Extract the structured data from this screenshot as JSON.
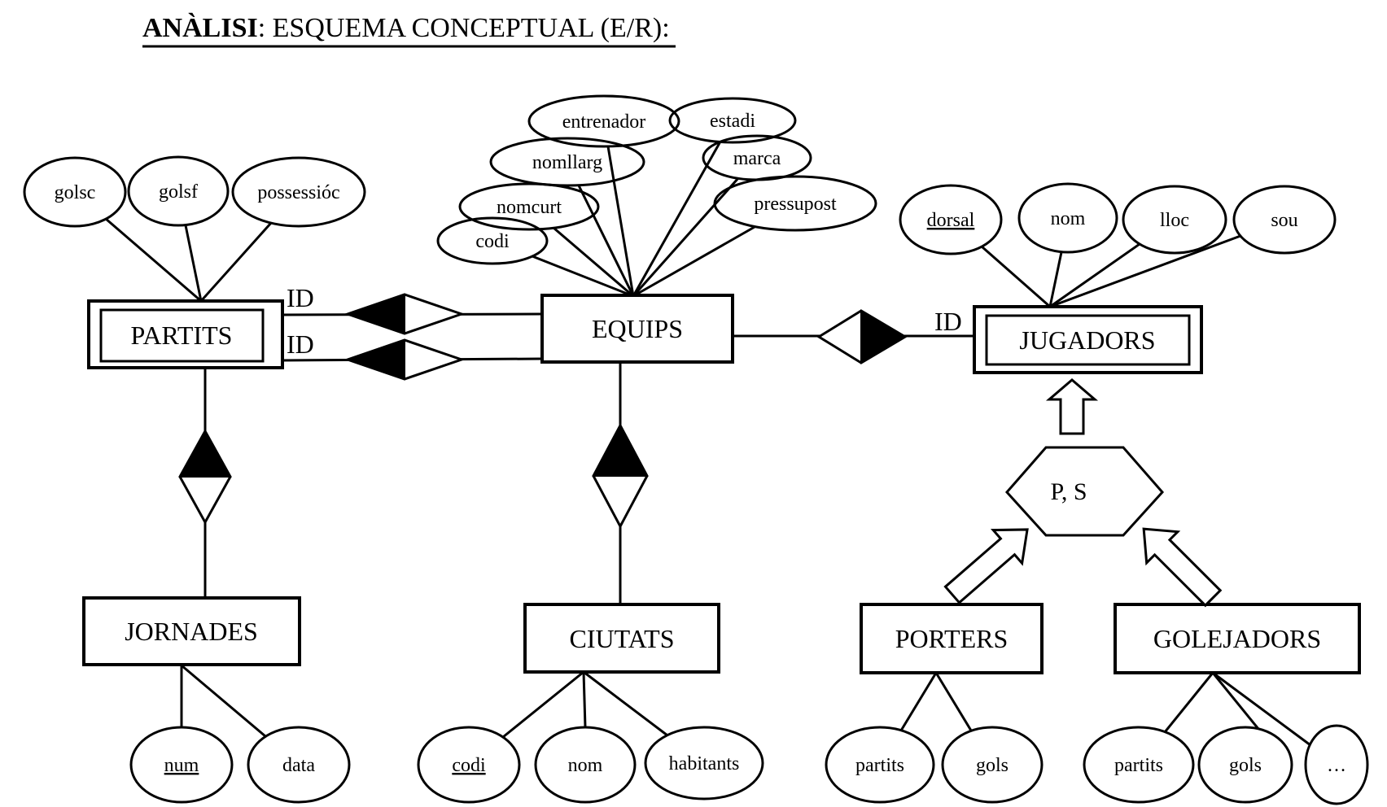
{
  "title": {
    "emphasis": "ANÀLISI",
    "rest": ": ESQUEMA CONCEPTUAL (E/R):"
  },
  "entities": {
    "partits": {
      "name": "PARTITS",
      "double_border": true,
      "attributes": [
        {
          "label": "golsc"
        },
        {
          "label": "golsf"
        },
        {
          "label": "possessióc"
        }
      ]
    },
    "equips": {
      "name": "EQUIPS",
      "double_border": false,
      "attributes": [
        {
          "label": "codi"
        },
        {
          "label": "nomcurt"
        },
        {
          "label": "nomllarg"
        },
        {
          "label": "entrenador"
        },
        {
          "label": "estadi"
        },
        {
          "label": "marca"
        },
        {
          "label": "pressupost"
        }
      ]
    },
    "jugadors": {
      "name": "JUGADORS",
      "double_border": true,
      "attributes": [
        {
          "label": "dorsal",
          "underlined": true
        },
        {
          "label": "nom"
        },
        {
          "label": "lloc"
        },
        {
          "label": "sou"
        }
      ]
    },
    "jornades": {
      "name": "JORNADES",
      "double_border": false,
      "attributes": [
        {
          "label": "num",
          "underlined": true
        },
        {
          "label": "data"
        }
      ]
    },
    "ciutats": {
      "name": "CIUTATS",
      "double_border": false,
      "attributes": [
        {
          "label": "codi",
          "underlined": true
        },
        {
          "label": "nom"
        },
        {
          "label": "habitants"
        }
      ]
    },
    "porters": {
      "name": "PORTERS",
      "double_border": false,
      "attributes": [
        {
          "label": "partits"
        },
        {
          "label": "gols"
        }
      ]
    },
    "golejadors": {
      "name": "GOLEJADORS",
      "double_border": false,
      "attributes": [
        {
          "label": "partits"
        },
        {
          "label": "gols"
        },
        {
          "label": "…"
        }
      ]
    }
  },
  "relationships": {
    "partits_equips": {
      "cardinality_labels": [
        "ID",
        "ID"
      ]
    },
    "equips_jugadors": {
      "cardinality_label": "ID"
    },
    "specialization": {
      "constraint_label": "P, S"
    }
  },
  "colors": {
    "ink": "#000000",
    "paper": "#ffffff"
  }
}
